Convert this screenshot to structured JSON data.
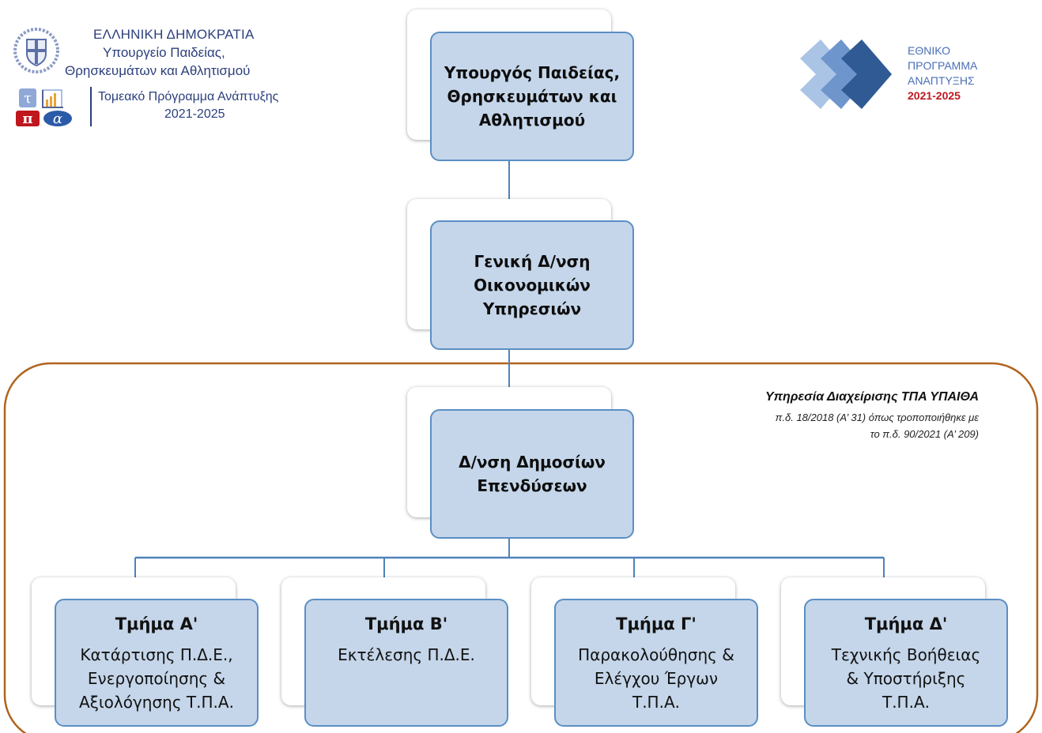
{
  "header_left": {
    "republic": "ΕΛΛΗΝΙΚΗ ΔΗΜΟΚΡΑΤΙΑ",
    "ministry_line1": "Υπουργείο Παιδείας,",
    "ministry_line2": "Θρησκευμάτων και Αθλητισμού",
    "program_line1": "Τομεακό Πρόγραμμα Ανάπτυξης",
    "program_line2": "2021-2025",
    "mark_letters": [
      "τ",
      "π",
      "α"
    ]
  },
  "header_right": {
    "line1": "ΕΘΝΙΚΟ",
    "line2": "ΠΡΟΓΡΑΜΜΑ",
    "line3": "ΑΝΑΠΤΥΞΗΣ",
    "line4": "2021-2025"
  },
  "nodes": {
    "minister": "Υπουργός Παιδείας,\nΘρησκευμάτων και\nΑθλητισμού",
    "general_directorate": "Γενική Δ/νση\nΟικονομικών\nΥπηρεσιών",
    "directorate": "Δ/νση Δημοσίων\nΕπενδύσεων"
  },
  "departments": [
    {
      "title": "Τμήμα Α'",
      "desc": "Κατάρτισης Π.Δ.Ε.,\nΕνεργοποίησης &\nΑξιολόγησης Τ.Π.Α."
    },
    {
      "title": "Τμήμα Β'",
      "desc": "Εκτέλεσης Π.Δ.Ε."
    },
    {
      "title": "Τμήμα Γ'",
      "desc": "Παρακολούθησης &\nΕλέγχου Έργων\nΤ.Π.Α."
    },
    {
      "title": "Τμήμα Δ'",
      "desc": "Τεχνικής Βοήθειας\n& Υποστήριξης\nΤ.Π.Α."
    }
  ],
  "service": {
    "title": "Υπηρεσία Διαχείρισης ΤΠΑ ΥΠΑΙΘΑ",
    "note_line1": "π.δ. 18/2018 (Α’ 31) όπως τροποποιήθηκε με",
    "note_line2": "το π.δ. 90/2021 (Α’ 209)"
  },
  "colors": {
    "node_fill": "#c5d6ea",
    "node_border": "#5b8ec4",
    "connector": "#4f83b8",
    "service_frame": "#b0641e",
    "brand_blue": "#2b3f7c",
    "brand_red": "#c0171f"
  }
}
